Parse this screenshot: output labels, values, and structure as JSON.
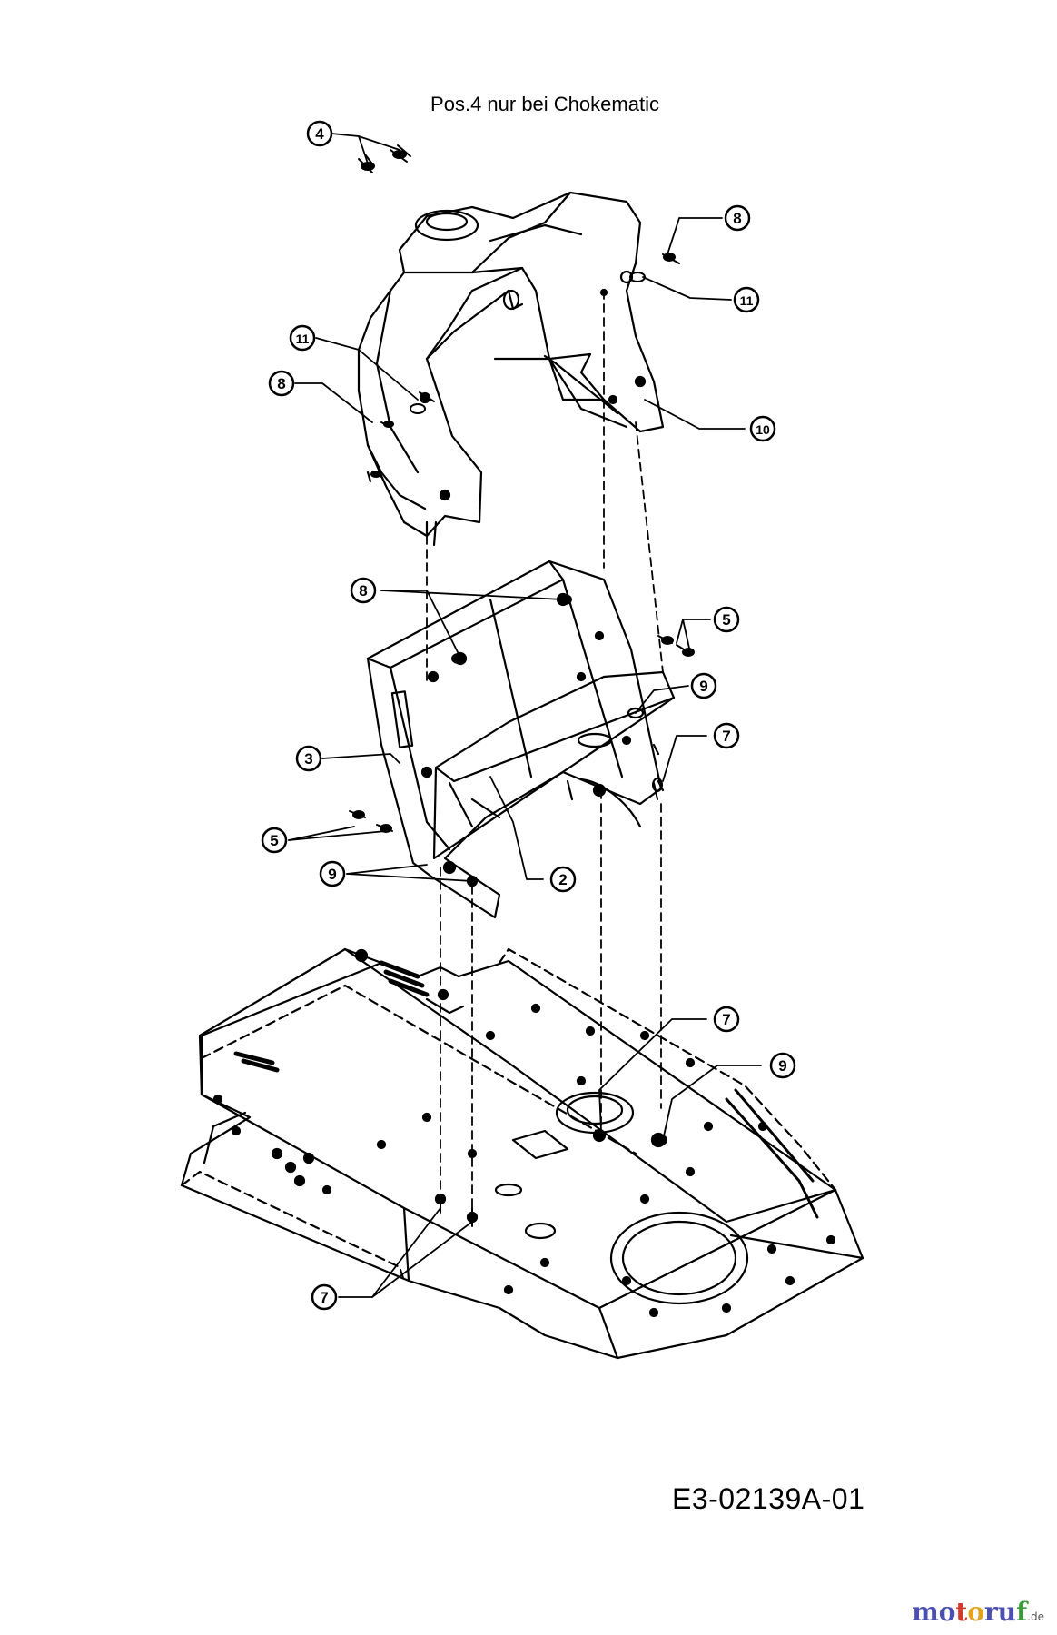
{
  "diagram": {
    "note": "Pos.4 nur bei Chokematic",
    "drawing_code": "E3-02139A-01",
    "callouts": [
      {
        "num": "4"
      },
      {
        "num": "8"
      },
      {
        "num": "11"
      },
      {
        "num": "11"
      },
      {
        "num": "8"
      },
      {
        "num": "10"
      },
      {
        "num": "8"
      },
      {
        "num": "5"
      },
      {
        "num": "9"
      },
      {
        "num": "7"
      },
      {
        "num": "3"
      },
      {
        "num": "5"
      },
      {
        "num": "9"
      },
      {
        "num": "2"
      },
      {
        "num": "7"
      },
      {
        "num": "9"
      },
      {
        "num": "7"
      }
    ]
  },
  "brand": {
    "part1": "mo",
    "part2": "t",
    "part3": "o",
    "part4": "ru",
    "part5": "f",
    "tld": ".de"
  }
}
